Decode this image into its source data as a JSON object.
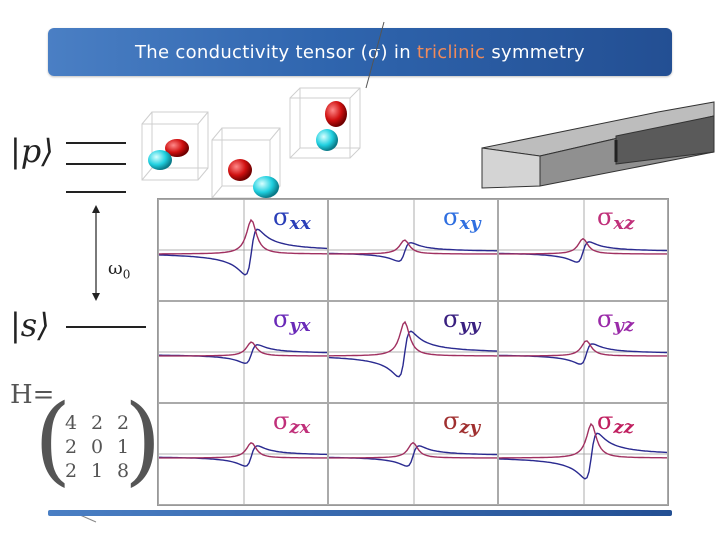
{
  "header": {
    "title_prefix": "The conductivity tensor (",
    "title_sigma": "σ",
    "title_mid": ") in ",
    "title_highlight": "triclinic",
    "title_suffix": " symmetry"
  },
  "levels": {
    "p_state": "|p⟩",
    "s_state": "|s⟩",
    "omega_symbol": "ω",
    "omega_sub": "0"
  },
  "hamiltonian": {
    "label": "H=",
    "matrix": [
      [
        "4",
        "2",
        "2"
      ],
      [
        "2",
        "0",
        "1"
      ],
      [
        "2",
        "1",
        "8"
      ]
    ]
  },
  "tensor": {
    "sigma": "σ",
    "components": [
      {
        "name": "xx",
        "color": "#2a3fb8"
      },
      {
        "name": "xy",
        "color": "#2f6fe0"
      },
      {
        "name": "xz",
        "color": "#c0307a"
      },
      {
        "name": "yx",
        "color": "#6a2ab8"
      },
      {
        "name": "yy",
        "color": "#3a2080"
      },
      {
        "name": "yz",
        "color": "#9a2aa8"
      },
      {
        "name": "zx",
        "color": "#c0307a"
      },
      {
        "name": "zy",
        "color": "#a03030"
      },
      {
        "name": "zz",
        "color": "#c02060"
      }
    ]
  },
  "colors": {
    "title_bar": "#2f65ae",
    "highlight": "#f08a5a",
    "curve_real": "#2a2a90",
    "curve_imag": "#a03060"
  }
}
